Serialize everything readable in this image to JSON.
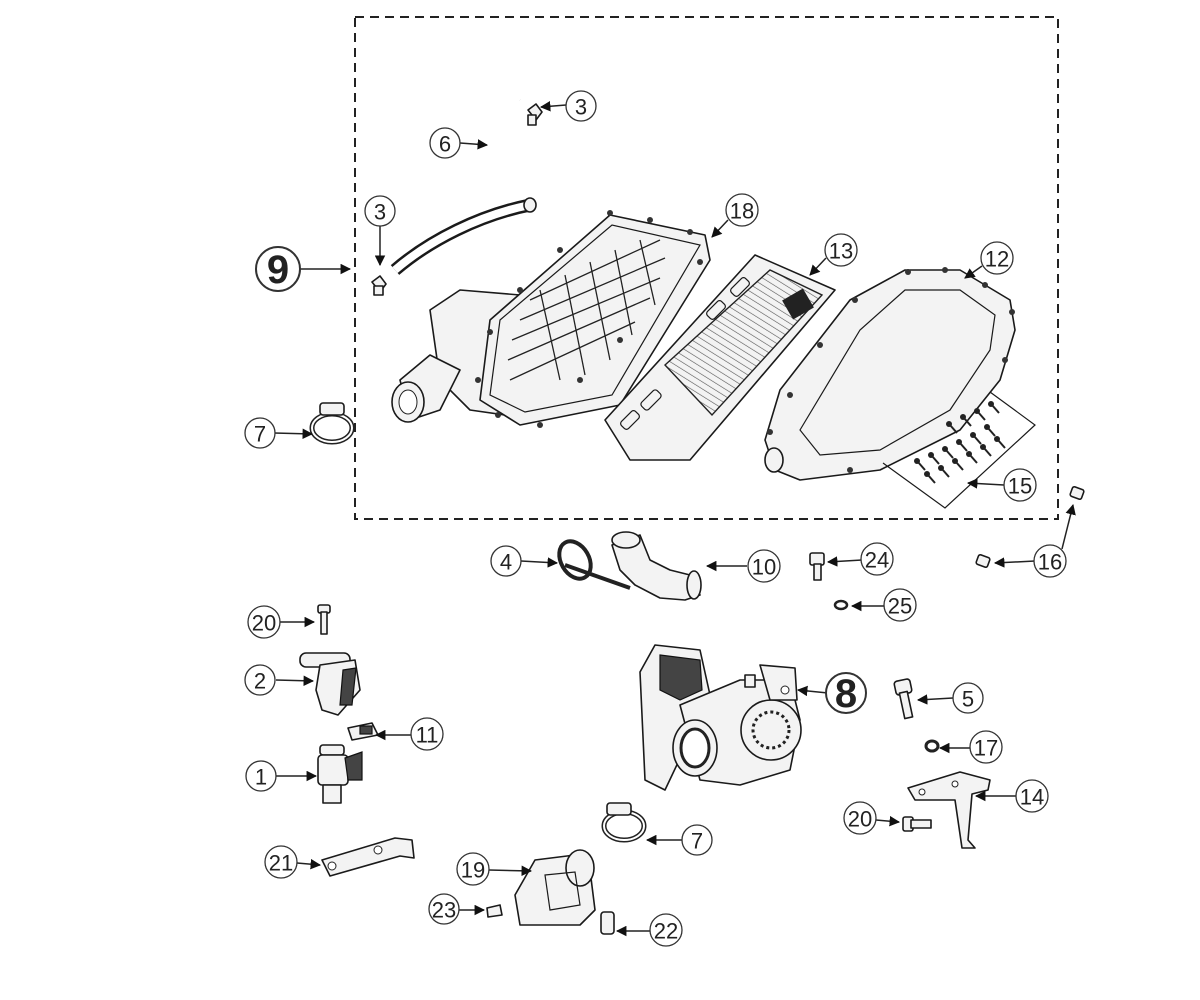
{
  "diagram": {
    "callouts": {
      "c1": "1",
      "c2": "2",
      "c3a": "3",
      "c3b": "3",
      "c4": "4",
      "c5": "5",
      "c6": "6",
      "c7a": "7",
      "c7b": "7",
      "c8": "8",
      "c9": "9",
      "c10": "10",
      "c11": "11",
      "c12": "12",
      "c13": "13",
      "c14": "14",
      "c15": "15",
      "c16": "16",
      "c17": "17",
      "c18": "18",
      "c19": "19",
      "c20a": "20",
      "c20b": "20",
      "c21": "21",
      "c22": "22",
      "c23": "23",
      "c24": "24",
      "c25": "25"
    }
  }
}
